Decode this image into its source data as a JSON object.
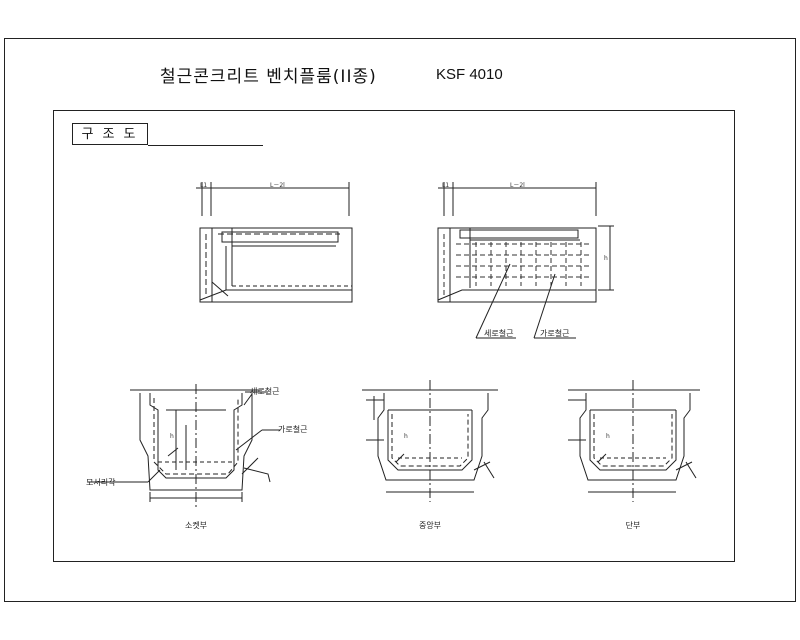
{
  "header": {
    "title": "철근콘크리트 벤치플룸(II종)",
    "standard": "KSF 4010"
  },
  "section": {
    "label": "구조도"
  },
  "dimensions": {
    "l1": "L1",
    "l_minus_2l": "L－2l",
    "h": "h"
  },
  "callouts": {
    "vertical_rebar": "세로철근",
    "horizontal_rebar": "가로철근",
    "chamfer": "모서리각"
  },
  "views": {
    "left": "소켓부",
    "center": "중앙부",
    "right": "단부"
  },
  "colors": {
    "line": "#222222",
    "dim": "#444444"
  }
}
